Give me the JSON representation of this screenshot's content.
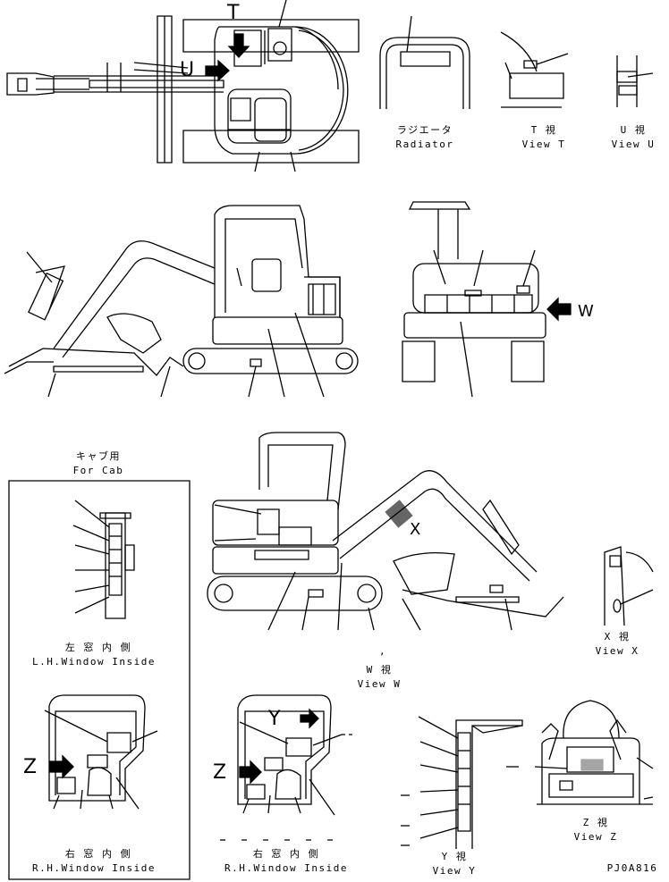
{
  "top_view": {
    "letter_t": "T",
    "letter_u": "U"
  },
  "radiator": {
    "jp": "ラジエータ",
    "en": "Radiator"
  },
  "view_t": {
    "jp": "T 視",
    "en": "View T"
  },
  "view_u": {
    "jp": "U 視",
    "en": "View U"
  },
  "side_view": {
    "letter_w": "W"
  },
  "cab_box": {
    "jp": "キャブ用",
    "en": "For Cab"
  },
  "lh_window": {
    "jp": "左 窓 内 側",
    "en": "L.H.Window Inside"
  },
  "rh_window_box": {
    "jp": "右 窓 内 側",
    "en": "R.H.Window Inside",
    "letter_z": "Z"
  },
  "view_w": {
    "jp": "W 視",
    "en": "View W",
    "letter_x": "X",
    "comma": ","
  },
  "view_x": {
    "jp": "X 視",
    "en": "View X"
  },
  "rh_window_mid": {
    "jp": "右 窓 内 側",
    "en": "R.H.Window Inside",
    "letter_y": "Y",
    "letter_z": "Z"
  },
  "view_y": {
    "jp": "Y 視",
    "en": "View Y"
  },
  "view_z": {
    "jp": "Z 視",
    "en": "View Z"
  },
  "drawing_code": "PJ0A816"
}
